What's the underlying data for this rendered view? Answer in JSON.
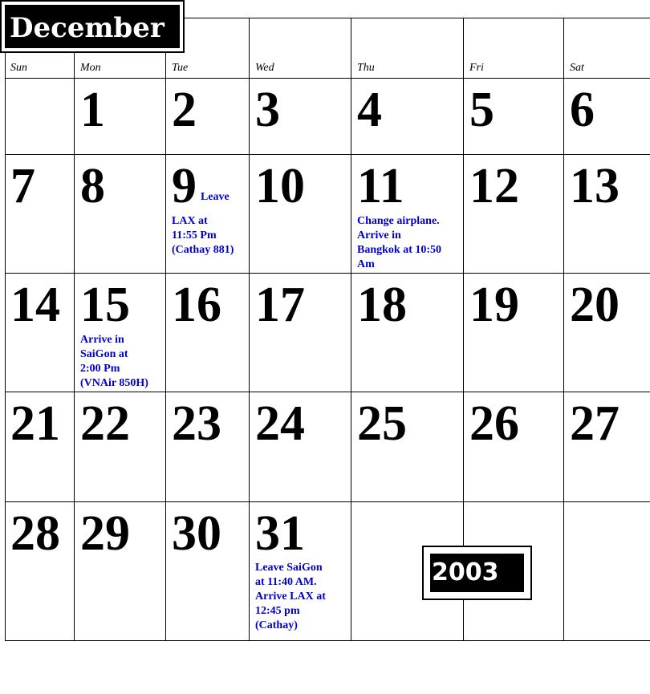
{
  "header": {
    "month": "December",
    "year": "2003"
  },
  "weekdays": [
    "Sun",
    "Mon",
    "Tue",
    "Wed",
    "Thu",
    "Fri",
    "Sat"
  ],
  "days": [
    "1",
    "2",
    "3",
    "4",
    "5",
    "6",
    "7",
    "8",
    "9",
    "10",
    "11",
    "12",
    "13",
    "14",
    "15",
    "16",
    "17",
    "18",
    "19",
    "20",
    "21",
    "22",
    "23",
    "24",
    "25",
    "26",
    "27",
    "28",
    "29",
    "30",
    "31"
  ],
  "notes": {
    "d9_inline": "Leave",
    "d9": "LAX at\n11:55 Pm\n(Cathay 881)",
    "d11": "Change airplane.\nArrive in\nBangkok at 10:50\nAm",
    "d15": "Arrive in\nSaiGon at\n2:00 Pm\n(VNAir 850H)",
    "d31": "Leave SaiGon\nat 11:40 AM.\nArrive LAX at\n12:45 pm\n(Cathay)"
  }
}
